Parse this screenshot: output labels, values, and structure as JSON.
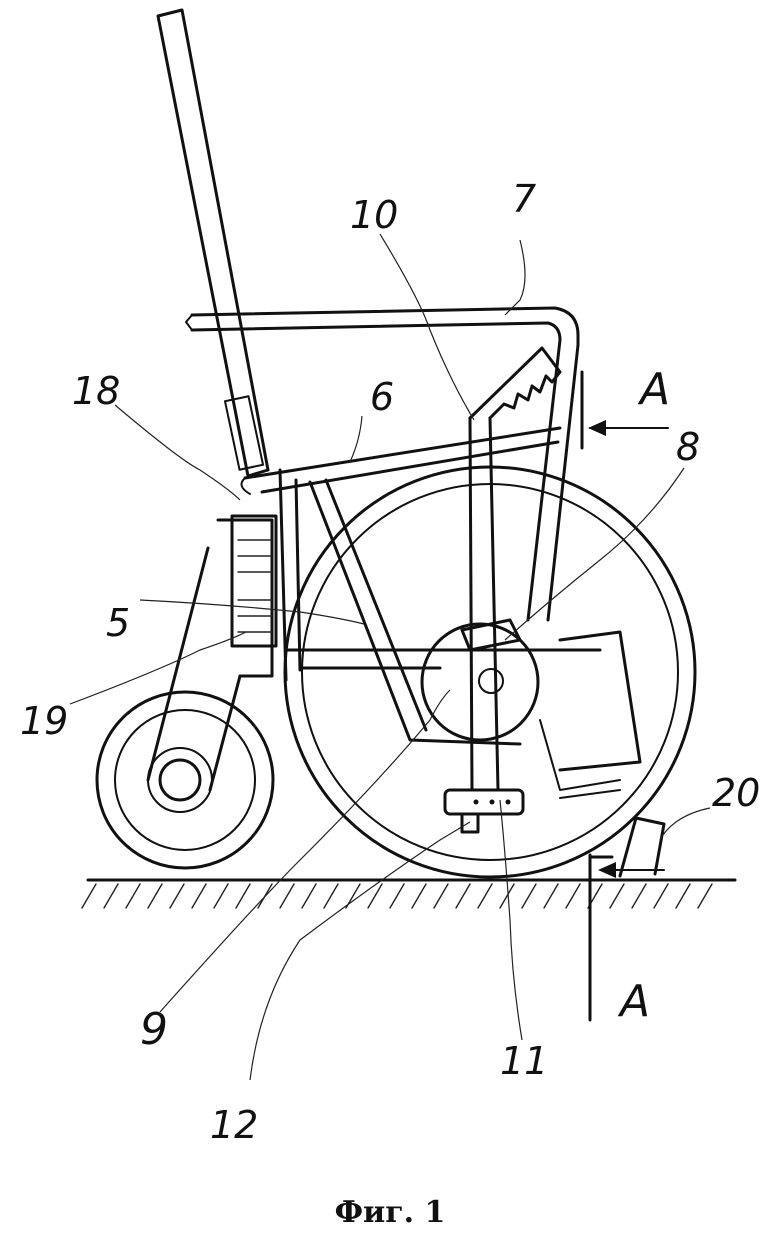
{
  "figure": {
    "caption": "Фиг. 1",
    "section_label_top": "A",
    "section_label_bottom": "A",
    "callouts": [
      {
        "id": "c5",
        "text": "5"
      },
      {
        "id": "c6",
        "text": "6"
      },
      {
        "id": "c7",
        "text": "7"
      },
      {
        "id": "c8",
        "text": "8"
      },
      {
        "id": "c9",
        "text": "9"
      },
      {
        "id": "c10",
        "text": "10"
      },
      {
        "id": "c11",
        "text": "11"
      },
      {
        "id": "c12",
        "text": "12"
      },
      {
        "id": "c18",
        "text": "18"
      },
      {
        "id": "c19",
        "text": "19"
      },
      {
        "id": "c20",
        "text": "20"
      }
    ]
  }
}
